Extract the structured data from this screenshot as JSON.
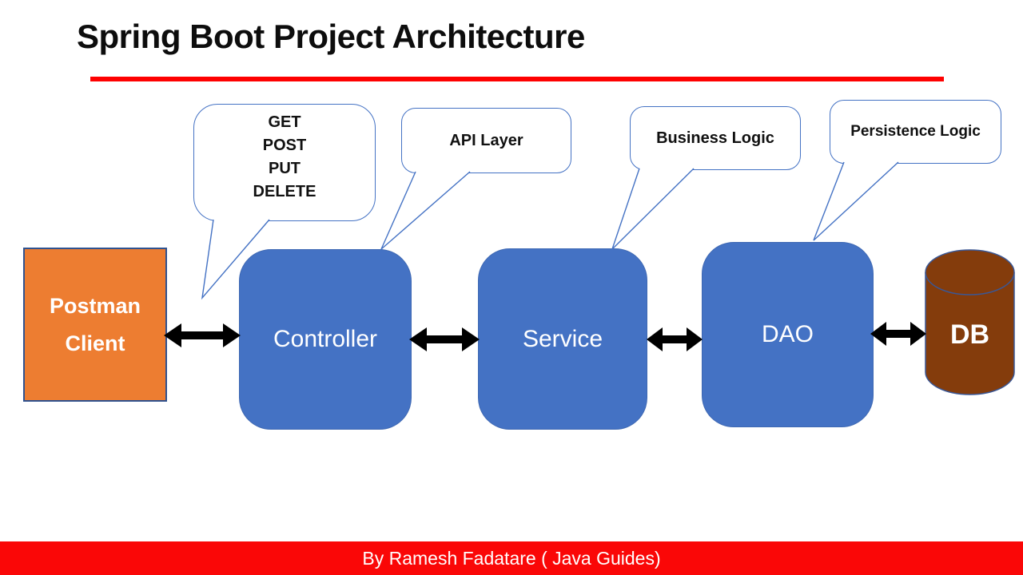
{
  "slide": {
    "title": "Spring Boot Project Architecture",
    "footer": "By Ramesh Fadatare ( Java Guides)"
  },
  "callouts": {
    "http_methods": {
      "lines": [
        "GET",
        "POST",
        "PUT",
        "DELETE"
      ]
    },
    "api_layer": {
      "label": "API Layer"
    },
    "business_logic": {
      "label": "Business Logic"
    },
    "persistence_logic": {
      "label": "Persistence Logic"
    }
  },
  "nodes": {
    "postman": {
      "line1": "Postman",
      "line2": "Client"
    },
    "controller": {
      "label": "Controller"
    },
    "service": {
      "label": "Service"
    },
    "dao": {
      "label": "DAO"
    },
    "db": {
      "label": "DB"
    }
  },
  "connections": [
    "Postman Client ↔ Controller",
    "Controller ↔ Service",
    "Service ↔ DAO",
    "DAO ↔ DB"
  ],
  "colors": {
    "accent_blue": "#4472C4",
    "accent_orange": "#ED7D31",
    "db_brown": "#843C0C",
    "outline_dark_blue": "#2F528F",
    "rule_red": "#FE0101",
    "footer_red": "#FA0707",
    "arrow_black": "#000000"
  }
}
